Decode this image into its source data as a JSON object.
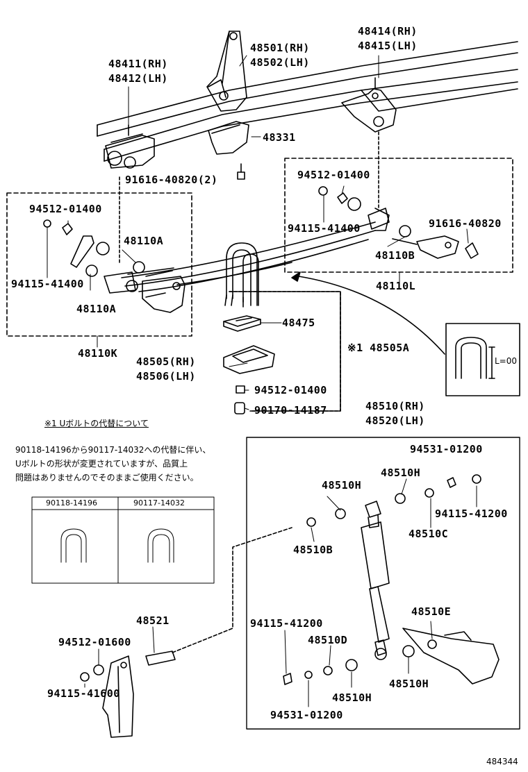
{
  "labels": {
    "p48411": "48411(RH)",
    "p48412": "48412(LH)",
    "p48501": "48501(RH)",
    "p48502": "48502(LH)",
    "p48414": "48414(RH)",
    "p48415": "48415(LH)",
    "p48331": "48331",
    "p91616_2": "91616-40820(2)",
    "p94512_left": "94512-01400",
    "p94115_left": "94115-41400",
    "p48110A_top": "48110A",
    "p48110A_bot": "48110A",
    "p48110K": "48110K",
    "p94512_right": "94512-01400",
    "p94115_right": "94115-41400",
    "p91616_right": "91616-40820",
    "p48110B": "48110B",
    "p48110L": "48110L",
    "p48475": "48475",
    "p48505A": "※1 48505A",
    "p48505": "48505(RH)",
    "p48506": "48506(LH)",
    "p94512_mid": "94512-01400",
    "p90170": "90170-14187",
    "p48510": "48510(RH)",
    "p48520": "48520(LH)",
    "p94531_top": "94531-01200",
    "p48510H_a": "48510H",
    "p48510H_b": "48510H",
    "p94115_41200_r": "94115-41200",
    "p48510C": "48510C",
    "p48510B": "48510B",
    "p48510E": "48510E",
    "p94115_41200_l": "94115-41200",
    "p48510D": "48510D",
    "p48510H_c": "48510H",
    "p48510H_d": "48510H",
    "p94531_bot": "94531-01200",
    "p48521": "48521",
    "p94512_01600": "94512-01600",
    "p94115_41600": "94115-41600",
    "l_eq": "L=00"
  },
  "note": {
    "title": "※1 Uボルトの代替について",
    "line1": "90118-14196から90117-14032への代替に伴い、",
    "line2": "Uボルトの形状が変更されていますが、品質上",
    "line3": "問題はありませんのでそのままご使用ください。",
    "table_col1": "90118-14196",
    "table_col2": "90117-14032"
  },
  "figure_number": "484344"
}
